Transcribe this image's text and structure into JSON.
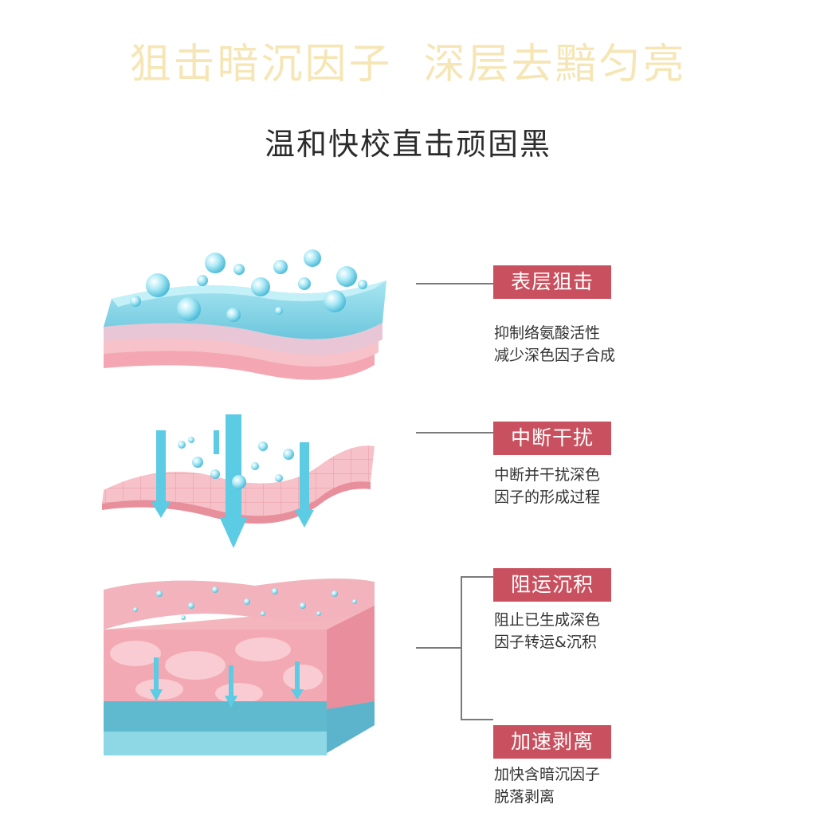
{
  "header": {
    "headline": "狙击暗沉因子  深层去黯匀亮",
    "subheadline": "温和快校直击顽固黑"
  },
  "colors": {
    "tag_bg": "#c9515f",
    "headline": "#f6e6b6",
    "water_blue": "#7ed4e6",
    "skin_pink": "#f4b6bd"
  },
  "steps": [
    {
      "tag": "表层狙击",
      "desc_line1": "抑制络氨酸活性",
      "desc_line2": "减少深色因子合成"
    },
    {
      "tag": "中断干扰",
      "desc_line1": "中断并干扰深色",
      "desc_line2": "因子的形成过程"
    },
    {
      "tag": "阻运沉积",
      "desc_line1": "阻止已生成深色",
      "desc_line2": "因子转运&沉积"
    },
    {
      "tag": "加速剥离",
      "desc_line1": "加快含暗沉因子",
      "desc_line2": "脱落剥离"
    }
  ]
}
